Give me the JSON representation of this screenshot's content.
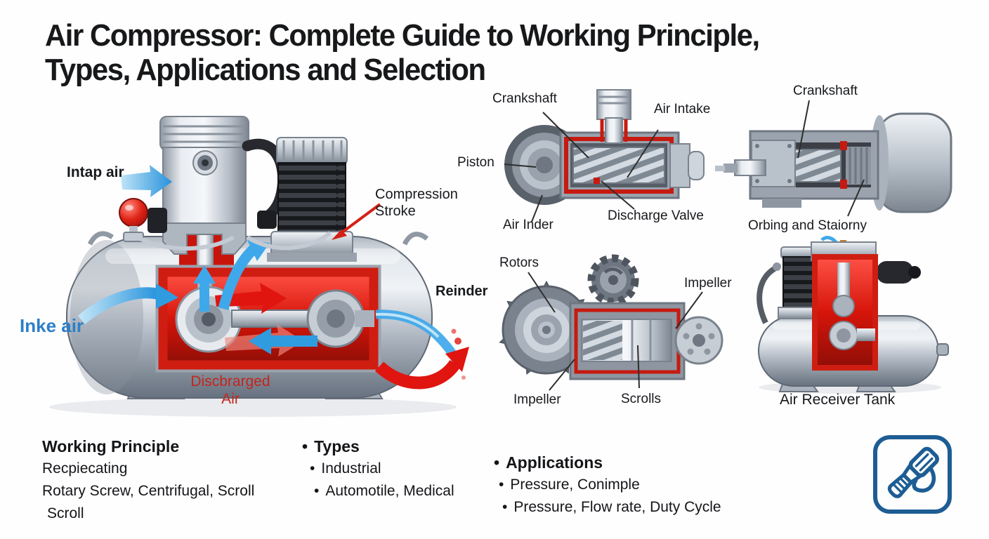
{
  "title": {
    "line1": "Air Compressor: Complete Guide to Working Principle,",
    "line2": "Types, Applications and Selection"
  },
  "main_diagram": {
    "intake_label": "Intap air",
    "inlet_label": "Inke air",
    "compression_label": "Compression Stroke",
    "discharge_label": "Discbrarged Air",
    "render_label": "Reinder"
  },
  "screw_diagram": {
    "crankshaft": "Crankshaft",
    "air_intake": "Air Intake",
    "piston": "Piston",
    "air_inder": "Air Inder",
    "discharge_valve": "Discharge Valve"
  },
  "motor_diagram": {
    "crankshaft": "Crankshaft",
    "orbit_label": "Orbing and Staiorny"
  },
  "rotor_diagram": {
    "rotors": "Rotors",
    "impeller_top": "Impeller",
    "impeller_bottom": "Impeller",
    "scrolls": "Scrolls"
  },
  "tank_diagram": {
    "caption": "Air Receiver Tank"
  },
  "sections": {
    "working_principle": {
      "heading": "Working Principle",
      "items": [
        "Recpiecating",
        "Rotary Screw, Centrifugal, Scroll",
        "Scroll"
      ]
    },
    "types": {
      "heading": "Types",
      "items": [
        "Industrial",
        "Automotile, Medical"
      ]
    },
    "applications": {
      "heading": "Applications",
      "items": [
        "Pressure, Conimple",
        "Pressure, Flow rate, Duty Cycle"
      ]
    }
  },
  "icon": {
    "name": "air-tool-icon"
  },
  "colors": {
    "blue_arrow": "#2f9ce0",
    "red_accent": "#d6150a",
    "label_blue": "#2d7fc9",
    "label_red": "#c2261e",
    "icon_blue": "#1d5d94"
  }
}
